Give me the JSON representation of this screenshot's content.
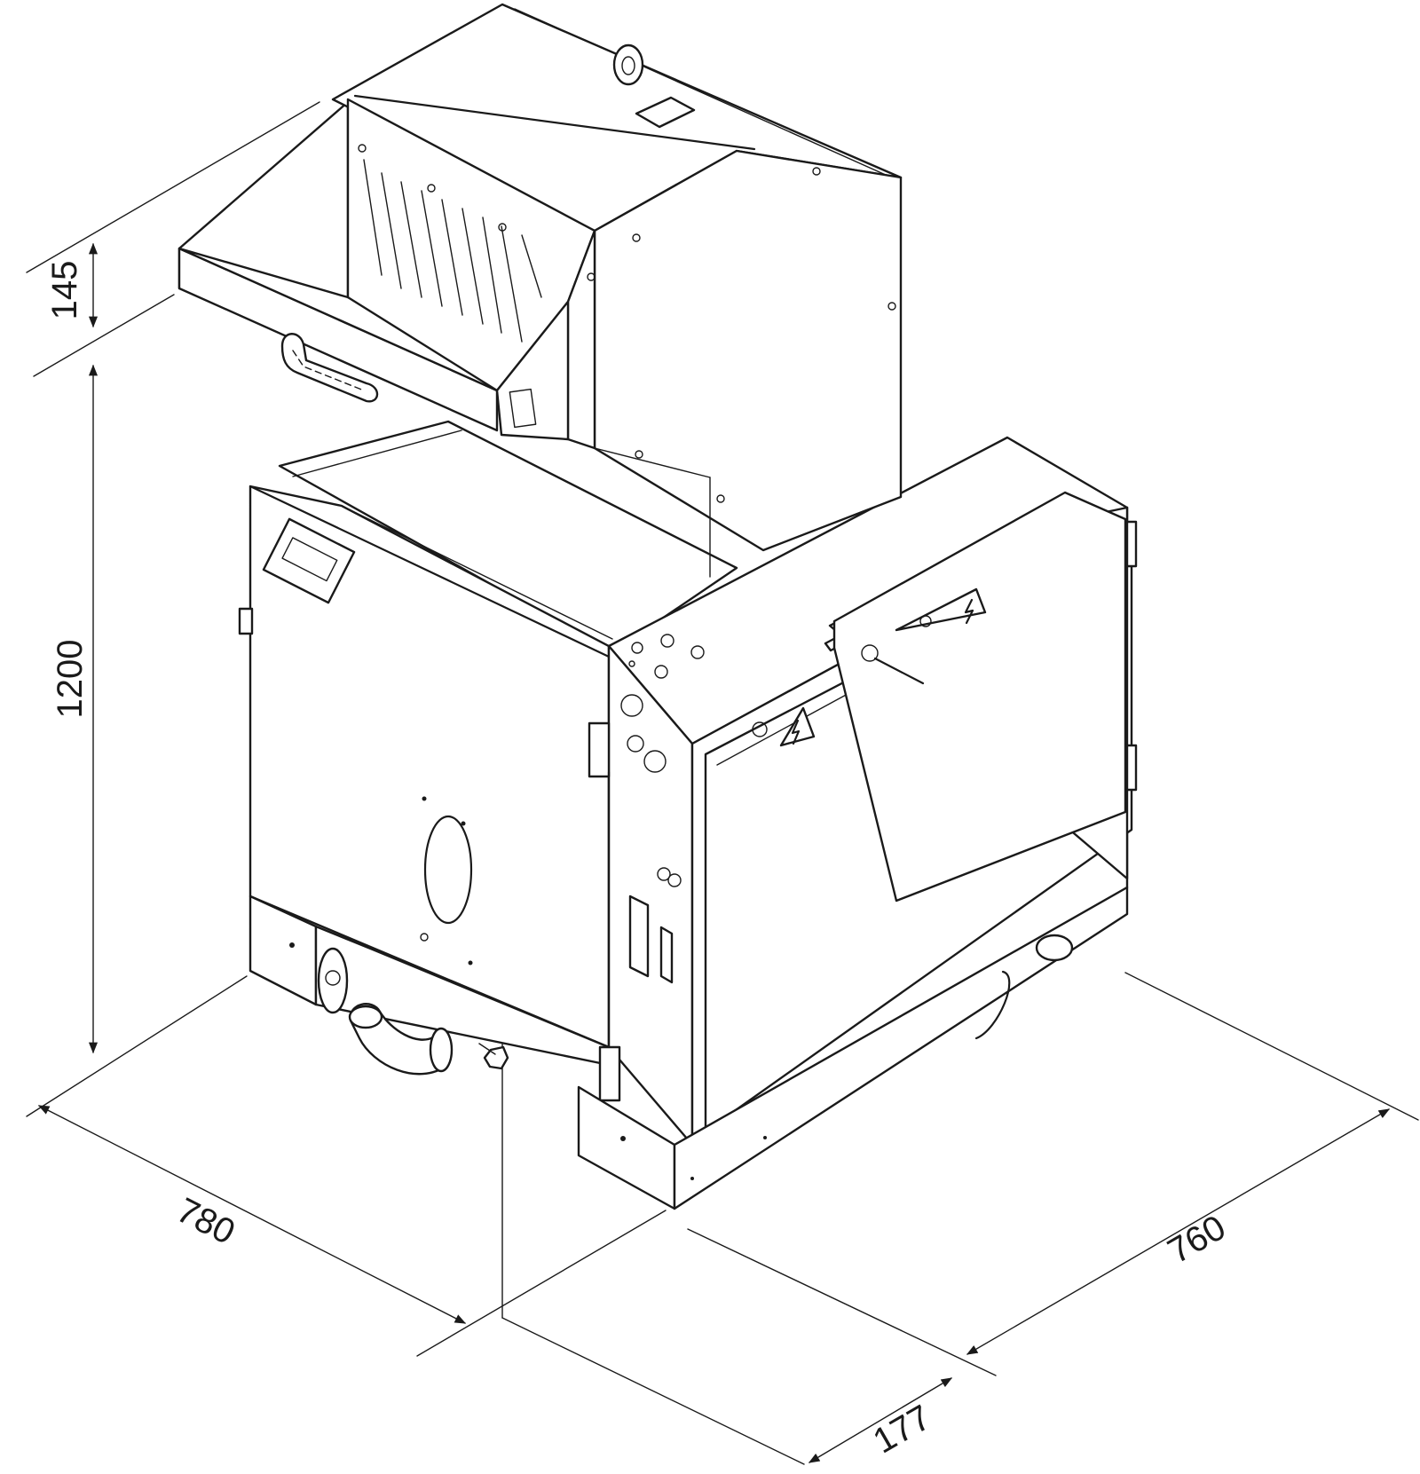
{
  "dimensions": {
    "hopper_height": "145",
    "total_height": "1200",
    "depth": "780",
    "width": "760",
    "base_offset": "177"
  },
  "colors": {
    "line": "#1a1a1a",
    "background": "#ffffff"
  },
  "icons": {
    "warning": "high-voltage-warning-icon",
    "lifting": "lifting-eye-bolt-icon"
  }
}
